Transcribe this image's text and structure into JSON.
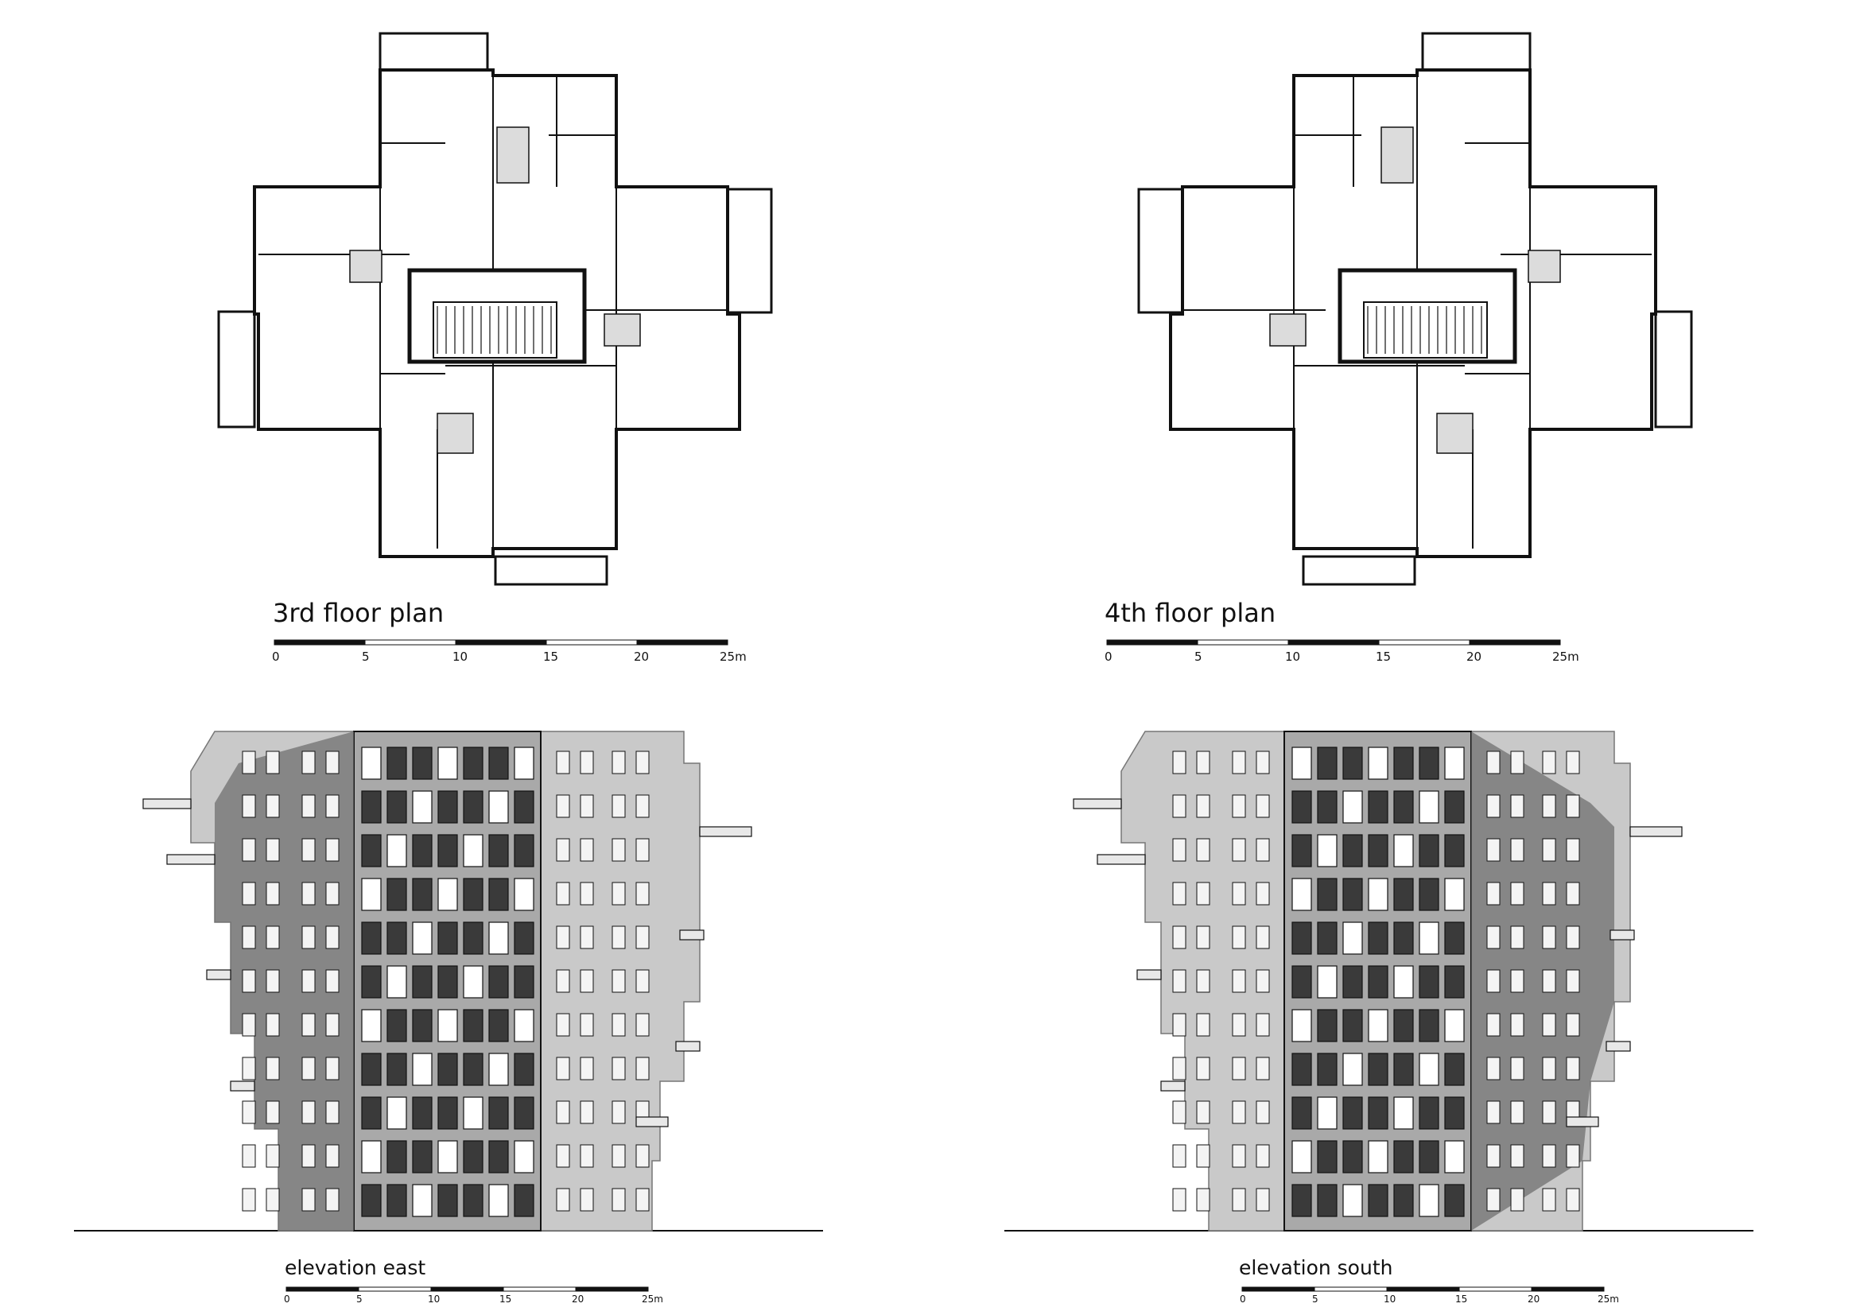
{
  "drawings": {
    "plan_3": {
      "title": "3rd floor plan"
    },
    "plan_4": {
      "title": "4th floor plan"
    },
    "elev_east": {
      "title": "elevation east"
    },
    "elev_south": {
      "title": "elevation south"
    }
  },
  "scale": {
    "ticks": [
      "0",
      "5",
      "10",
      "15",
      "20",
      "25m"
    ]
  },
  "colors": {
    "ink": "#111111",
    "facade_light": "#c9c9c9",
    "facade_mid": "#a9a9a9",
    "shadow": "#6f6f6f",
    "window": "#f4f4f4"
  }
}
